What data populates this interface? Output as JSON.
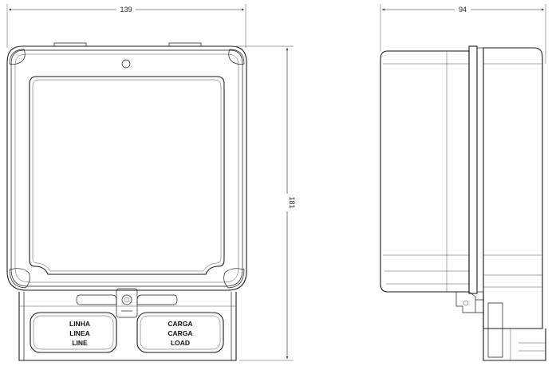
{
  "dimensions": {
    "width": "139",
    "depth": "94",
    "height": "181"
  },
  "labels": {
    "line": [
      "LINHA",
      "LINEA",
      "LINE"
    ],
    "load": [
      "CARGA",
      "CARGA",
      "LOAD"
    ]
  }
}
